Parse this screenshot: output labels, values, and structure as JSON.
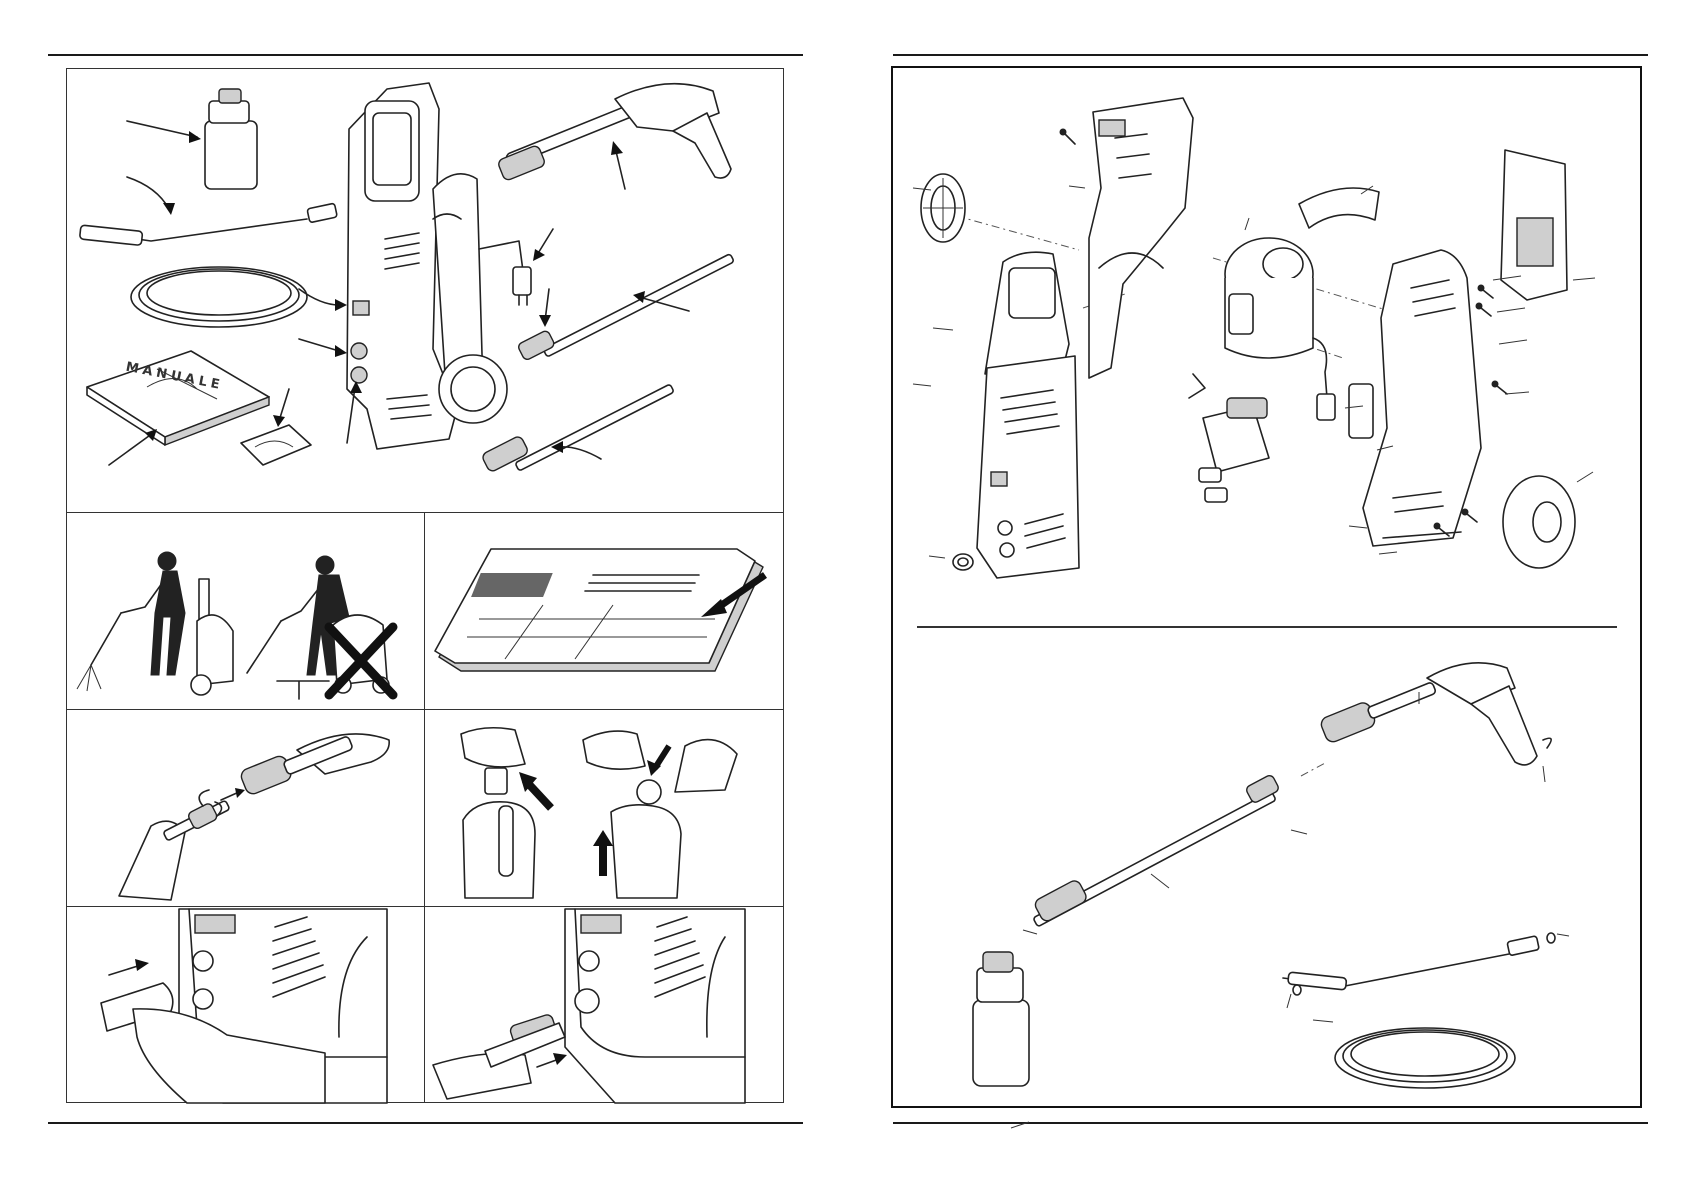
{
  "left_page": {
    "illustrations": {
      "components": {
        "name": "supplied-components",
        "manual_text": "MANUALE"
      },
      "posture": {
        "name": "operating-posture"
      },
      "label": {
        "name": "rating-plate"
      },
      "lance": {
        "name": "lance-connection"
      },
      "quick": {
        "name": "quick-coupling"
      },
      "inlet": {
        "name": "water-inlet"
      },
      "outlet": {
        "name": "hose-outlet"
      }
    }
  },
  "right_page": {
    "illustrations": {
      "exploded": {
        "name": "machine-exploded-view"
      },
      "accessories": {
        "name": "accessories-exploded-view"
      }
    }
  },
  "icons": [
    "arrow-icon",
    "prohibited-x-icon",
    "pressure-washer-icon",
    "spray-gun-icon",
    "lance-icon",
    "hose-reel-icon",
    "detergent-bottle-icon",
    "wheel-icon",
    "motor-icon",
    "pump-icon",
    "screw-icon"
  ]
}
